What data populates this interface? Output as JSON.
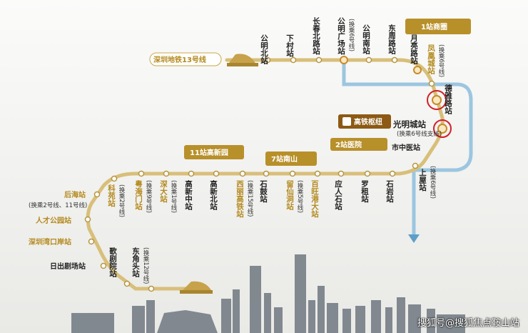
{
  "line13_label": "深圳地铁13号线",
  "watermark": "搜狐号@搜狐焦点鞍山站",
  "colors": {
    "line": "#c9a84a",
    "gold": "#b48a1e",
    "metro6": "#9cc6e0",
    "badge": "#b8902a",
    "hub": "#8c5a14"
  },
  "badges": {
    "b1": "1站商圈",
    "b11": "11站高新园",
    "b7": "7站南山",
    "b2": "2站医院",
    "hub": "高铁枢纽"
  },
  "stations": {
    "gongmingbei": "公明北站",
    "xiacun": "下村站",
    "changchunbei": "长春北路站",
    "gongmingguangchang": "公明广场站",
    "gongmingnan": "公明南站",
    "dongzhou": "东周路站",
    "yueliangwan": "月亮路站",
    "fenghuang": "凤凰城站",
    "deya": "德雅路站",
    "guangmingcheng": "光明城站",
    "shizhongyi": "市中医站",
    "shangwu": "上屋站",
    "shiyan": "石岩站",
    "luozu": "罗租站",
    "yingren": "应人石站",
    "baiwang": "百旺港大站",
    "liuxian": "留仙洞站",
    "xilixi": "西丽高铁站",
    "shigu": "石鼓站",
    "gaoxinbei": "高新北站",
    "gaoxinzhong": "高新中站",
    "shenda": "深大站",
    "yuehaimen": "粤海门站",
    "keyuan": "科苑站",
    "houhai": "后海站",
    "rencai": "人才公园站",
    "wankou": "深圳湾口岸站",
    "richu": "日出剧场站",
    "geju": "歌剧院站",
    "dongjiao": "东角头站"
  },
  "transfers": {
    "gongmingguangchang": "(换乘6号线)",
    "fenghuang": "(换乘6号线)",
    "guangmingcheng": "(换乘6号线支线)",
    "shangwu": "(换乘6号线)",
    "xilixi": "(换乘15号线)",
    "liuxian": "(换乘5号线)",
    "shenda": "(换乘1号线)",
    "yuehaimen": "(换乘9号线)",
    "keyuan": "(换乘2号线)",
    "houhai": "(换乘2号线、11号线)",
    "dongjiao": "(换乘12号线)"
  }
}
